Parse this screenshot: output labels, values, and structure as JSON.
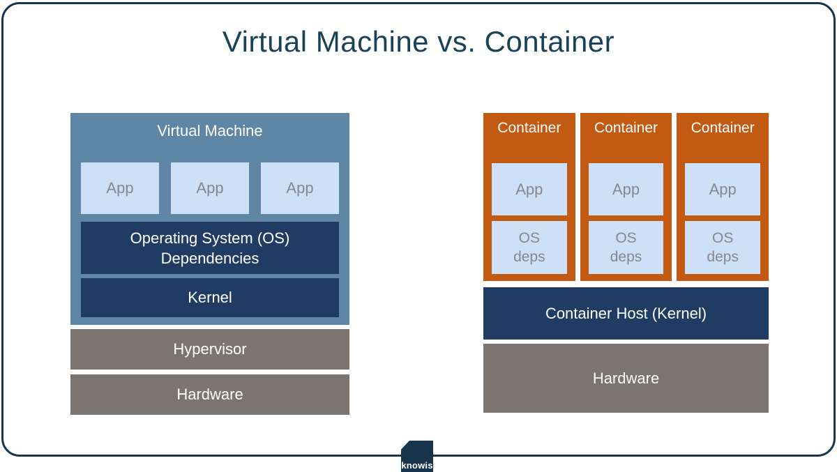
{
  "title": "Virtual Machine vs. Container",
  "colors": {
    "frame_border": "#16344C",
    "title_text": "#1B4156",
    "vm_background": "#5F86A4",
    "navy_box": "#213C63",
    "orange_container": "#C25A12",
    "gray_bar": "#7B7572",
    "light_blue_box": "#CEE0F7",
    "muted_text": "#85888D",
    "white_text": "#FFFFFF"
  },
  "vm": {
    "label": "Virtual Machine",
    "apps": [
      "App",
      "App",
      "App"
    ],
    "os_line1": "Operating System (OS)",
    "os_line2": "Dependencies",
    "kernel": "Kernel",
    "hypervisor": "Hypervisor",
    "hardware": "Hardware"
  },
  "containers": {
    "columns": [
      {
        "label": "Container",
        "app": "App",
        "os_line1": "OS",
        "os_line2": "deps"
      },
      {
        "label": "Container",
        "app": "App",
        "os_line1": "OS",
        "os_line2": "deps"
      },
      {
        "label": "Container",
        "app": "App",
        "os_line1": "OS",
        "os_line2": "deps"
      }
    ],
    "host": "Container Host (Kernel)",
    "hardware": "Hardware"
  },
  "logo": {
    "text": "knowis"
  }
}
